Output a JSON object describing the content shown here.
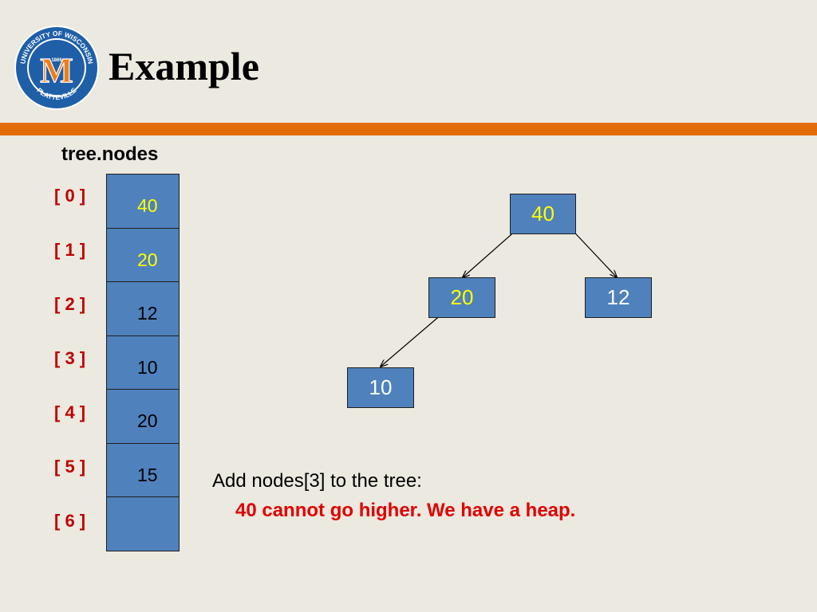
{
  "title": "Example",
  "logo": {
    "ring_text_top": "UNIVERSITY OF WISCONSIN",
    "ring_text_bottom": "PLATTEVILLE",
    "year": "1866",
    "letter": "M"
  },
  "colors": {
    "background": "#ece9e0",
    "accent_bar": "#e36c0a",
    "box_fill": "#4f81bd",
    "index_label": "#c00000",
    "highlight_text": "#ffff00",
    "message_highlight": "#e00000"
  },
  "array": {
    "caption": "tree.nodes",
    "index_labels": [
      "[ 0 ]",
      "[ 1 ]",
      "[ 2 ]",
      "[ 3 ]",
      "[ 4 ]",
      "[ 5 ]",
      "[ 6 ]"
    ],
    "cells": [
      {
        "value": "40",
        "highlight": true
      },
      {
        "value": "20",
        "highlight": true
      },
      {
        "value": "12",
        "highlight": false
      },
      {
        "value": "10",
        "highlight": false
      },
      {
        "value": "20",
        "highlight": false
      },
      {
        "value": "15",
        "highlight": false
      },
      {
        "value": "",
        "highlight": false
      }
    ]
  },
  "tree": {
    "nodes": [
      {
        "id": "root",
        "value": "40",
        "highlight": true
      },
      {
        "id": "left",
        "value": "20",
        "highlight": true
      },
      {
        "id": "right",
        "value": "12",
        "highlight": false
      },
      {
        "id": "left-left",
        "value": "10",
        "highlight": false
      }
    ]
  },
  "message": {
    "line1": "Add nodes[3] to the tree:",
    "line2": "40 cannot go higher. We have a heap."
  }
}
